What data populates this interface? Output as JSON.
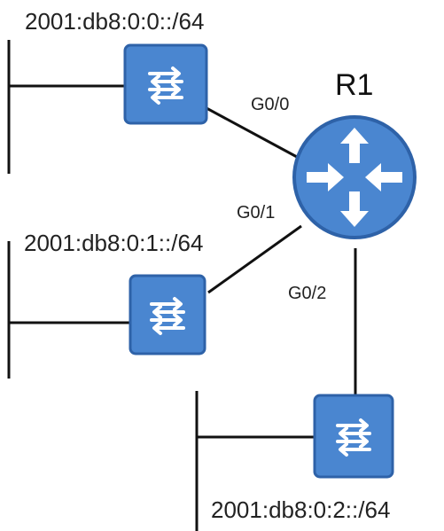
{
  "colors": {
    "device_fill": "#4a86d0",
    "device_stroke": "#2e62a8",
    "icon_glyph": "#ffffff",
    "line": "#111111",
    "text": "#222222"
  },
  "router": {
    "name": "R1",
    "icon": "router-icon"
  },
  "interfaces": {
    "g0_0": "G0/0",
    "g0_1": "G0/1",
    "g0_2": "G0/2"
  },
  "networks": {
    "net0": "2001:db8:0:0::/64",
    "net1": "2001:db8:0:1::/64",
    "net2": "2001:db8:0:2::/64"
  },
  "switches": [
    {
      "id": "switch-1",
      "icon": "switch-icon"
    },
    {
      "id": "switch-2",
      "icon": "switch-icon"
    },
    {
      "id": "switch-3",
      "icon": "switch-icon"
    }
  ]
}
